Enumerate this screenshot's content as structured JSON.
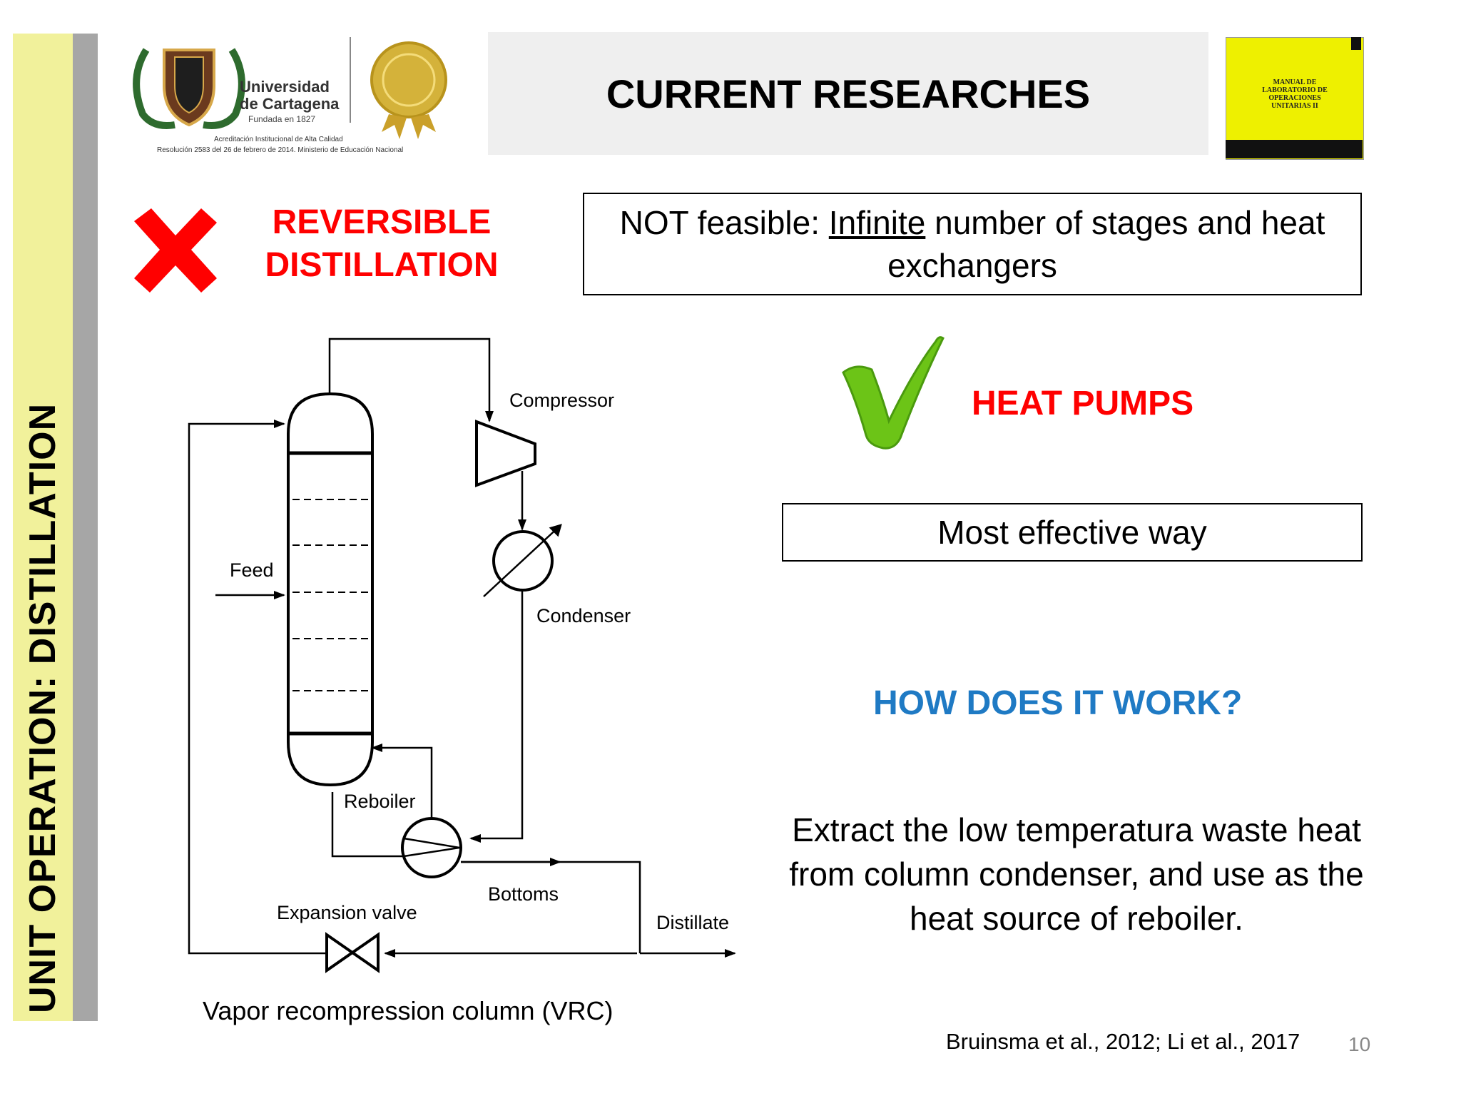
{
  "sidebar": {
    "label": "UNIT OPERATION: DISTILLATION"
  },
  "header": {
    "title": "CURRENT RESEARCHES"
  },
  "logo": {
    "name_line1": "Universidad",
    "name_line2": "de Cartagena",
    "founded": "Fundada en 1827",
    "accreditation_line1": "Acreditación Institucional de Alta Calidad",
    "accreditation_line2": "Resolución 2583 del 26 de febrero de 2014. Ministerio de Educación Nacional"
  },
  "book": {
    "title_line1": "MANUAL DE",
    "title_line2": "LABORATORIO DE",
    "title_line3": "OPERACIONES",
    "title_line4": "UNITARIAS II"
  },
  "reversible": {
    "title_line1": "REVERSIBLE",
    "title_line2": "DISTILLATION",
    "status_icon": "red-x-icon"
  },
  "not_feasible": {
    "prefix": "NOT feasible: ",
    "underlined": "Infinite",
    "suffix": " number of stages and heat exchangers"
  },
  "heat_pumps": {
    "title": "HEAT PUMPS",
    "status_icon": "green-check-icon",
    "box_text": "Most effective way"
  },
  "how": {
    "title": "HOW DOES IT WORK?"
  },
  "explanation": "Extract the low temperatura waste heat from column condenser, and use as the heat source of reboiler.",
  "diagram": {
    "compressor": "Compressor",
    "feed": "Feed",
    "condenser": "Condenser",
    "reboiler": "Reboiler",
    "bottoms": "Bottoms",
    "expansion_valve": "Expansion valve",
    "distillate": "Distillate",
    "caption": "Vapor recompression column (VRC)"
  },
  "citation": "Bruinsma et al., 2012; Li et al., 2017",
  "page_number": "10",
  "colors": {
    "red": "#ff0000",
    "blue": "#1f7ac4",
    "green": "#6cc417",
    "sidebar_yellow": "#f1f19b",
    "sidebar_gray": "#a6a6a6",
    "header_bg": "#efefef"
  }
}
